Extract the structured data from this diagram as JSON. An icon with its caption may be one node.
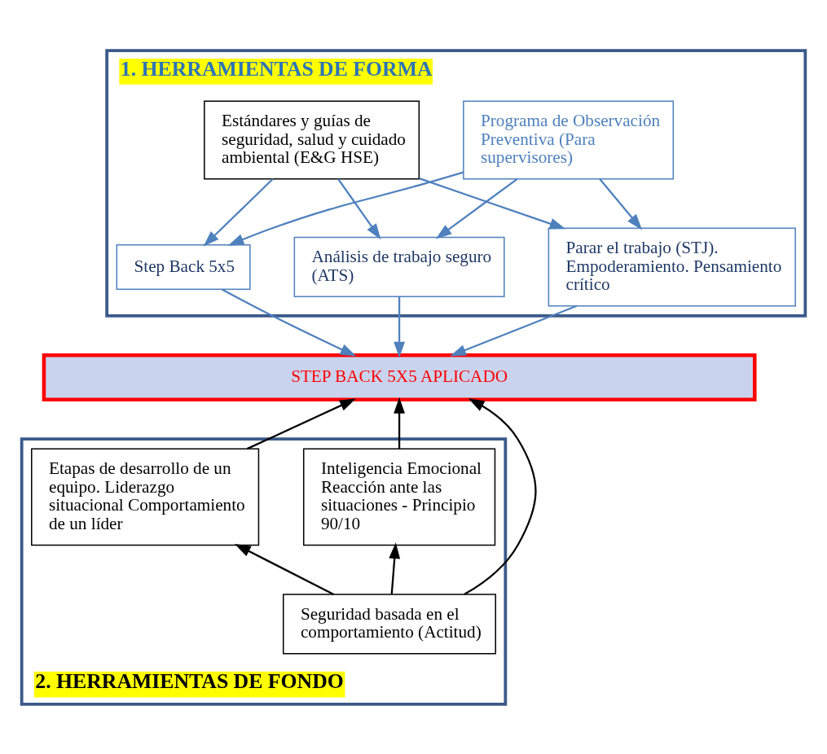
{
  "diagram": {
    "nodes": [
      {
        "text": [
          "1. HERRAMIENTAS DE FORMA"
        ]
      },
      {
        "text": [
          "Programa de Observación Preventiva (Para supervisores)"
        ],
        "in": 0
      },
      {
        "text": [
          "Estándares y guías de seguridad, salud y cuidado ambiental (E&G HSE)"
        ],
        "in": 0
      },
      {
        "text": [
          "Análisis de trabajo seguro (ATS)"
        ],
        "in": 0
      },
      {
        "text": [
          "Parar el trabajo (STJ). Empoderamiento. Pensamiento crítico"
        ],
        "in": 0
      },
      {
        "text": [
          "Step Back 5x5"
        ],
        "in": 0
      },
      {
        "text": [
          "STEP BACK 5X5 APLICADO"
        ]
      },
      {
        "text": [
          "2. HERRAMIENTAS DE FONDO"
        ]
      },
      {
        "text": [
          "Inteligencia Emocional Reacción ante las situaciones - Principio 90/10"
        ],
        "in": 7
      },
      {
        "text": [
          "Etapas de desarrollo de un equipo. Liderazgo situacional Comportamiento de un líder"
        ],
        "in": 7
      },
      {
        "text": [
          "Seguridad basada en el comportamiento (Actitud)"
        ],
        "in": 7
      }
    ],
    "edges": [
      {
        "from": 1,
        "to": 3,
        "arrow": "to"
      },
      {
        "from": 1,
        "to": 4,
        "arrow": "to"
      },
      {
        "from": 1,
        "to": 5,
        "arrow": "to"
      },
      {
        "from": 2,
        "to": 3,
        "arrow": "to"
      },
      {
        "from": 2,
        "to": 4,
        "arrow": "to"
      },
      {
        "from": 2,
        "to": 5,
        "arrow": "to"
      },
      {
        "from": 3,
        "to": 6,
        "arrow": "to"
      },
      {
        "from": 4,
        "to": 6,
        "arrow": "to"
      },
      {
        "from": 5,
        "to": 6,
        "arrow": "to"
      },
      {
        "from": 8,
        "to": 6,
        "arrow": "to",
        "color": "#000000"
      },
      {
        "from": 9,
        "to": 6,
        "arrow": "to",
        "color": "#000000"
      },
      {
        "from": 10,
        "to": 6,
        "arrow": "to",
        "color": "#000000"
      },
      {
        "from": 10,
        "to": 8,
        "arrow": "to",
        "color": "#000000"
      },
      {
        "from": 10,
        "to": 9,
        "arrow": "to",
        "color": "#000000"
      }
    ]
  }
}
